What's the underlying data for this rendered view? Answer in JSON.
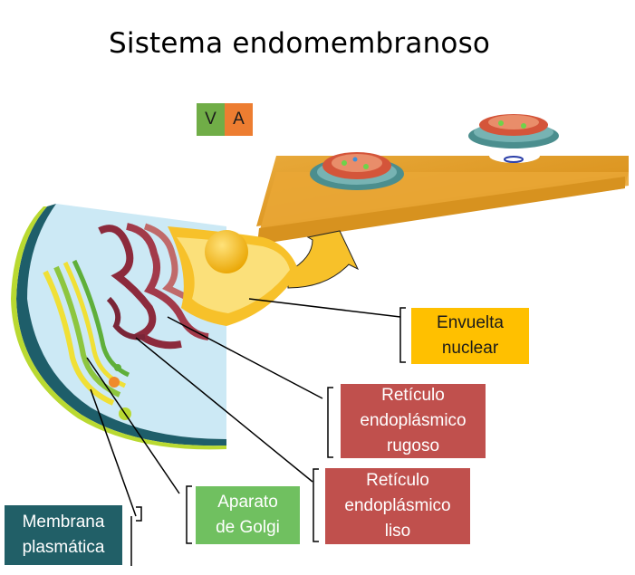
{
  "title": "Sistema endomembranoso",
  "toggle": {
    "v_label": "V",
    "a_label": "A"
  },
  "labels": {
    "nuclear_envelope": "Envuelta\nnuclear",
    "rough_er": "Retículo\nendoplásmico\nrugoso",
    "smooth_er": "Retículo\nendoplásmico\nliso",
    "golgi": "Aparato\nde Golgi",
    "plasma_membrane": "Membrana\nplasmática"
  },
  "colors": {
    "v_green": "#70ad47",
    "a_orange": "#ed7d31",
    "nuclear_yellow": "#ffc000",
    "er_red": "#c0504d",
    "golgi_green": "#70c060",
    "membrane_teal": "#215f67"
  }
}
